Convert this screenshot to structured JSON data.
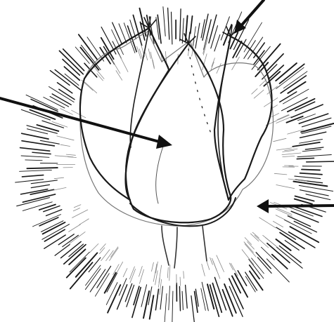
{
  "figure": {
    "subject": "",
    "ink_color": "#1a1a1a",
    "background": "#ffffff",
    "arrows": [
      {
        "name": "arrow-top-right",
        "label": ""
      },
      {
        "name": "arrow-left",
        "label": ""
      },
      {
        "name": "arrow-right",
        "label": ""
      }
    ]
  }
}
